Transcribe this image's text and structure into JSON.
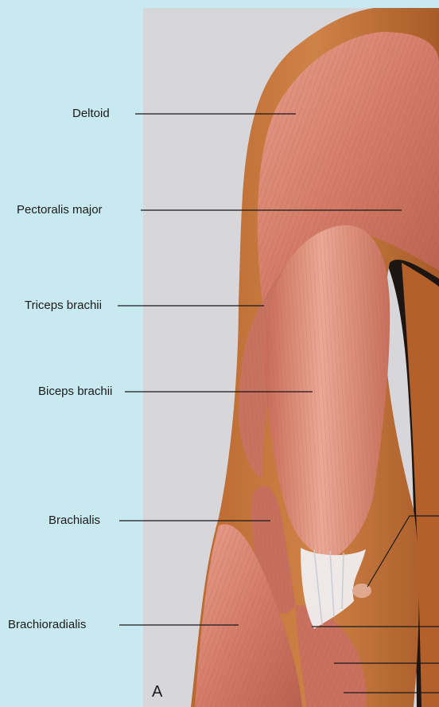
{
  "figure": {
    "panel_letter": "A",
    "labels": [
      {
        "key": "deltoid",
        "text": "Deltoid"
      },
      {
        "key": "pectoralis_major",
        "text": "Pectoralis major"
      },
      {
        "key": "triceps_brachii",
        "text": "Triceps brachii"
      },
      {
        "key": "biceps_brachii",
        "text": "Biceps brachii"
      },
      {
        "key": "brachialis",
        "text": "Brachialis"
      },
      {
        "key": "brachioradialis",
        "text": "Brachioradialis"
      }
    ]
  },
  "colors": {
    "page_background": "#c9e9f0",
    "illustration_background": "#d7d6da",
    "skin": "#c4753f",
    "muscle": "#d17a68",
    "muscle_light": "#e39a86",
    "tendon": "#f1f1f4",
    "shadow": "#1d1512",
    "leader_line": "#1a1a1a"
  }
}
